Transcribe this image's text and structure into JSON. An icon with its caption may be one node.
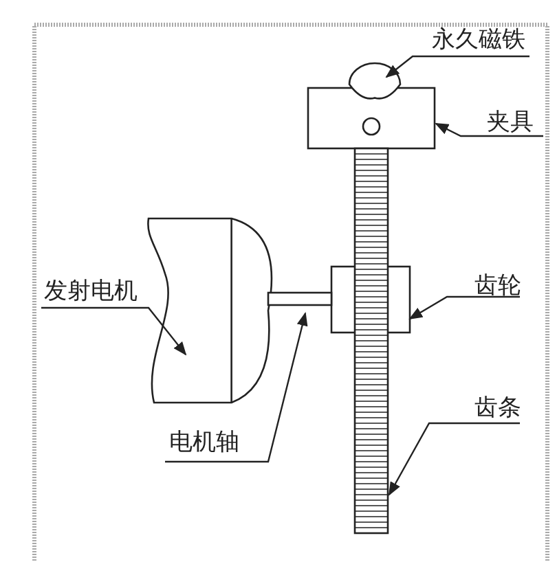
{
  "diagram": {
    "nodes": [
      {
        "text": [
          "永久磁铁"
        ]
      },
      {
        "text": [
          "夹具"
        ]
      },
      {
        "text": [
          "发射电机"
        ]
      },
      {
        "text": [
          "齿轮"
        ]
      },
      {
        "text": [
          "电机轴"
        ]
      },
      {
        "text": [
          "齿条"
        ]
      },
      {
        "text": [],
        "shape": "circle"
      },
      {
        "text": [],
        "shape": "box"
      },
      {
        "text": [],
        "shape": "cylinder"
      },
      {
        "text": [],
        "shape": "box"
      },
      {
        "text": [],
        "shape": "bar"
      },
      {
        "text": [],
        "shape": "bar"
      }
    ],
    "edges": [
      {
        "from": 0,
        "to": 6,
        "arrow": "to"
      },
      {
        "from": 1,
        "to": 7,
        "arrow": "to"
      },
      {
        "from": 2,
        "to": 8,
        "arrow": "to"
      },
      {
        "from": 3,
        "to": 9,
        "arrow": "to"
      },
      {
        "from": 4,
        "to": 10,
        "arrow": "to"
      },
      {
        "from": 5,
        "to": 11,
        "arrow": "to"
      }
    ]
  }
}
